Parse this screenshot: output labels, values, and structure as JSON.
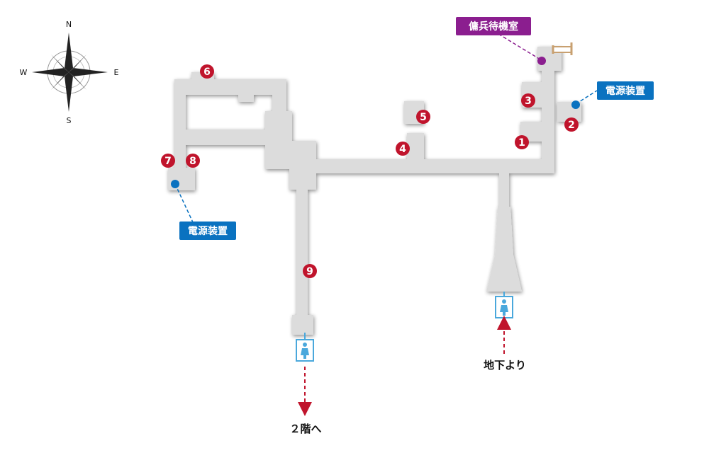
{
  "compass": {
    "north": "N",
    "south": "S",
    "east": "E",
    "west": "W"
  },
  "labels": {
    "mercenary_room": "傭兵待機室",
    "power_unit_east": "電源装置",
    "power_unit_west": "電源装置",
    "from_basement": "地下より",
    "to_second_floor": "２階へ"
  },
  "markers": [
    {
      "id": "m1",
      "text": "1"
    },
    {
      "id": "m2",
      "text": "2"
    },
    {
      "id": "m3",
      "text": "3"
    },
    {
      "id": "m4",
      "text": "4"
    },
    {
      "id": "m5",
      "text": "5"
    },
    {
      "id": "m6",
      "text": "6"
    },
    {
      "id": "m7",
      "text": "7"
    },
    {
      "id": "m8",
      "text": "8"
    },
    {
      "id": "m9",
      "text": "9"
    }
  ],
  "icons": [
    "compass-rose-icon",
    "elevator-icon",
    "bed-icon",
    "arrow-up-icon",
    "arrow-down-icon"
  ],
  "colors": {
    "floor": "#dcdcdc",
    "marker": "#c0142c",
    "power_tag": "#0a72c0",
    "room_tag": "#8b1e8f",
    "elevator": "#4aa8dc",
    "route_arrow": "#c0142c",
    "bed": "#c8a070"
  }
}
